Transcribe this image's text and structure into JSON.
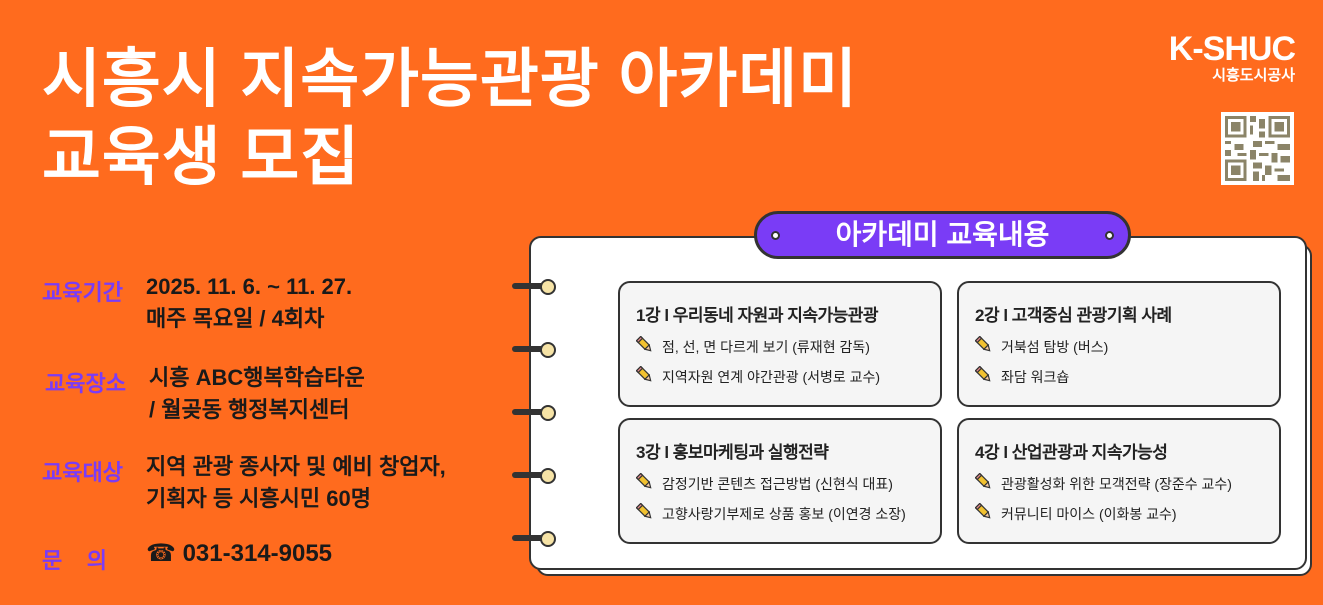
{
  "title": {
    "line1": "시흥시 지속가능관광 아카데미",
    "line2": "교육생 모집"
  },
  "logo": {
    "brand": "K-SHUC",
    "org": "시흥도시공사"
  },
  "info": [
    {
      "label": "교육기간",
      "lines": [
        "2025. 11. 6. ~ 11. 27.",
        "매주 목요일 / 4회차"
      ]
    },
    {
      "label": "교육장소",
      "lines": [
        "시흥 ABC행복학습타운",
        "/ 월곶동 행정복지센터"
      ]
    },
    {
      "label": "교육대상",
      "lines": [
        "지역 관광 종사자 및 예비 창업자,",
        "기획자 등 시흥시민 60명"
      ]
    },
    {
      "label": "문    의",
      "lines": [
        "☎ 031-314-9055"
      ]
    }
  ],
  "curriculum": {
    "heading": "아카데미 교육내용",
    "lectures": [
      {
        "title": "1강 l 우리동네 자원과 지속가능관광",
        "items": [
          "점, 선, 면 다르게 보기 (류재현 감독)",
          "지역자원 연계 야간관광 (서병로 교수)"
        ]
      },
      {
        "title": "2강 l 고객중심 관광기획 사례",
        "items": [
          "거북섬 탐방 (버스)",
          "좌담 워크숍"
        ]
      },
      {
        "title": "3강 l 홍보마케팅과 실행전략",
        "items": [
          "감정기반 콘텐츠 접근방법 (신현식 대표)",
          "고향사랑기부제로 상품 홍보 (이연경 소장)"
        ]
      },
      {
        "title": "4강 l 산업관광과 지속가능성",
        "items": [
          "관광활성화 위한 모객전략 (장준수 교수)",
          "커뮤니티 마이스 (이화봉 교수)"
        ]
      }
    ]
  },
  "colors": {
    "background": "#ff6b1e",
    "accent": "#7a3cf6"
  }
}
